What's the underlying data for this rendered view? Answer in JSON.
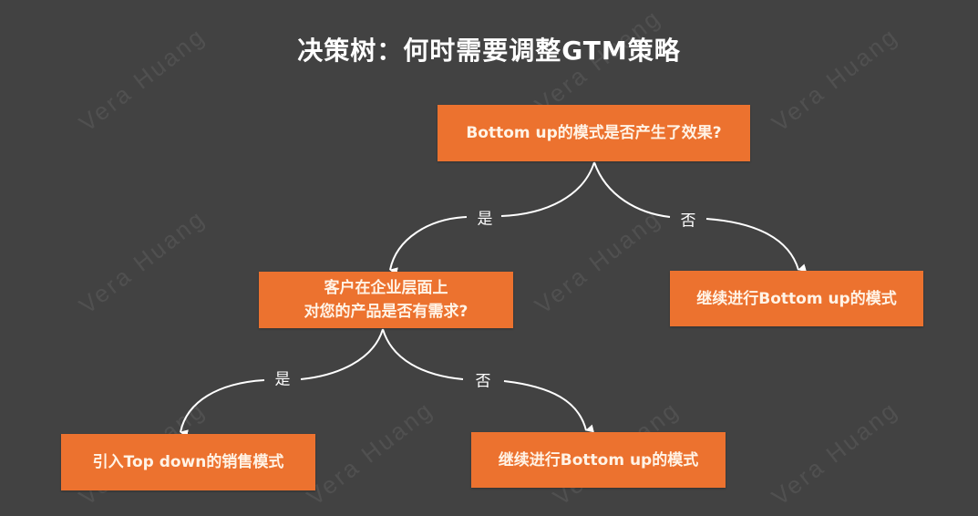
{
  "title": "决策树：何时需要调整GTM策略",
  "watermark": "Vera Huang",
  "colors": {
    "background": "#424242",
    "node_fill": "#EC722F",
    "node_text": "#FFF3E6",
    "edge": "#FFFFFF"
  },
  "nodes": {
    "root": {
      "label": "Bottom up的模式是否产生了效果?"
    },
    "enterprise_need": {
      "line1": "客户在企业层面上",
      "line2": "对您的产品是否有需求?"
    },
    "continue_bottom_up_1": {
      "label": "继续进行Bottom up的模式"
    },
    "top_down": {
      "label": "引入Top down的销售模式"
    },
    "continue_bottom_up_2": {
      "label": "继续进行Bottom up的模式"
    }
  },
  "edges": [
    {
      "from": "root",
      "to": "enterprise_need",
      "label": "是"
    },
    {
      "from": "root",
      "to": "continue_bottom_up_1",
      "label": "否"
    },
    {
      "from": "enterprise_need",
      "to": "top_down",
      "label": "是"
    },
    {
      "from": "enterprise_need",
      "to": "continue_bottom_up_2",
      "label": "否"
    }
  ]
}
